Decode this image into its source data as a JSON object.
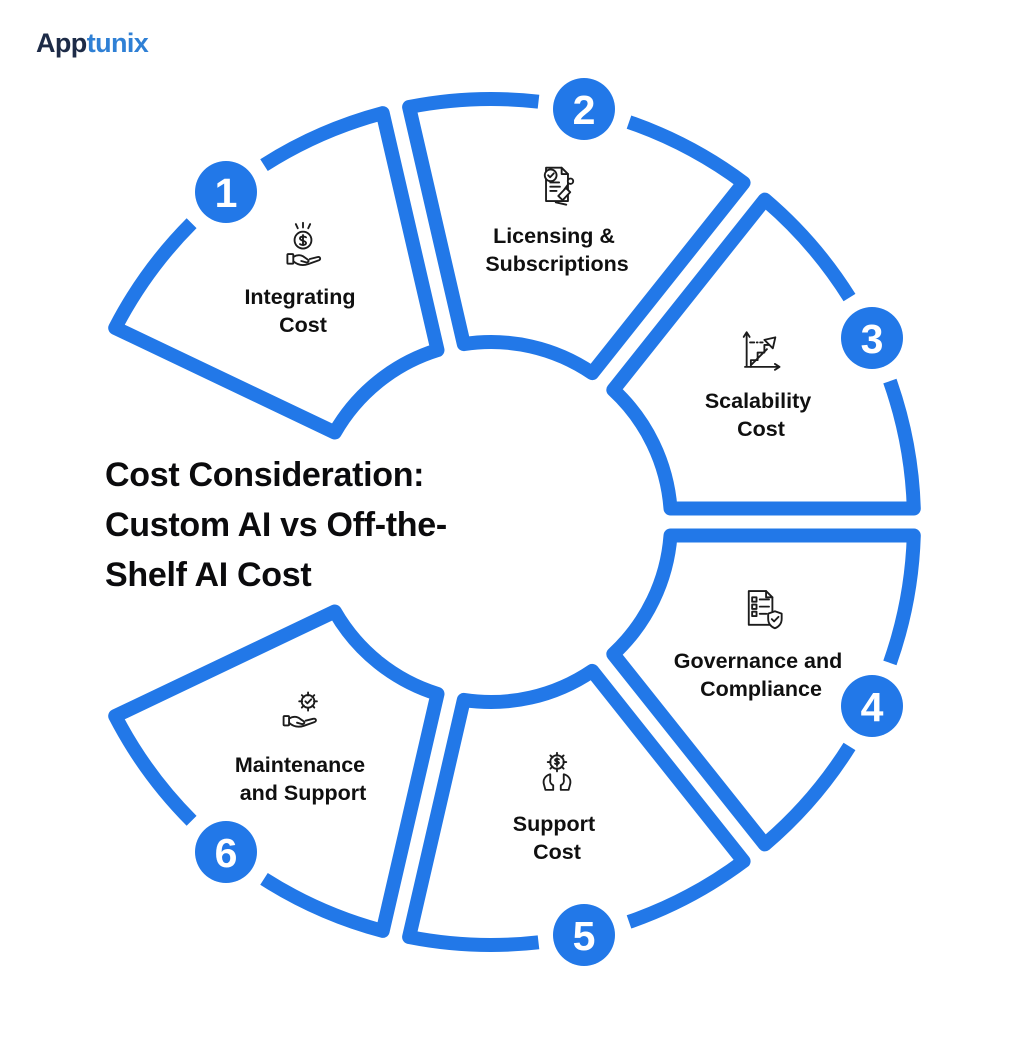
{
  "logo": {
    "brand_dark": "App",
    "brand_accent": "tunix"
  },
  "title": {
    "lines": [
      "Cost Consideration:",
      "Custom AI vs Off-the-",
      "Shelf AI Cost"
    ]
  },
  "colors": {
    "accent_blue": "#2278E8",
    "logo_navy": "#1d2b47",
    "logo_blue": "#2f80d5",
    "label_text": "#101010",
    "title_text": "#0b0b0d",
    "icon_stroke": "#1c1c1c",
    "background": "#ffffff"
  },
  "diagram": {
    "type": "segmented-ring-infographic",
    "segment_count": 6,
    "segments": [
      {
        "number": "1",
        "label_lines": [
          "Integrating",
          "Cost"
        ],
        "icon": "hand-coin-icon"
      },
      {
        "number": "2",
        "label_lines": [
          "Licensing &",
          "Subscriptions"
        ],
        "icon": "license-stamp-icon"
      },
      {
        "number": "3",
        "label_lines": [
          "Scalability",
          "Cost"
        ],
        "icon": "growth-chart-icon"
      },
      {
        "number": "4",
        "label_lines": [
          "Governance and",
          "Compliance"
        ],
        "icon": "compliance-shield-icon"
      },
      {
        "number": "5",
        "label_lines": [
          "Support",
          "Cost"
        ],
        "icon": "hands-gear-icon"
      },
      {
        "number": "6",
        "label_lines": [
          "Maintenance",
          "and Support"
        ],
        "icon": "hand-gear-check-icon"
      }
    ]
  }
}
